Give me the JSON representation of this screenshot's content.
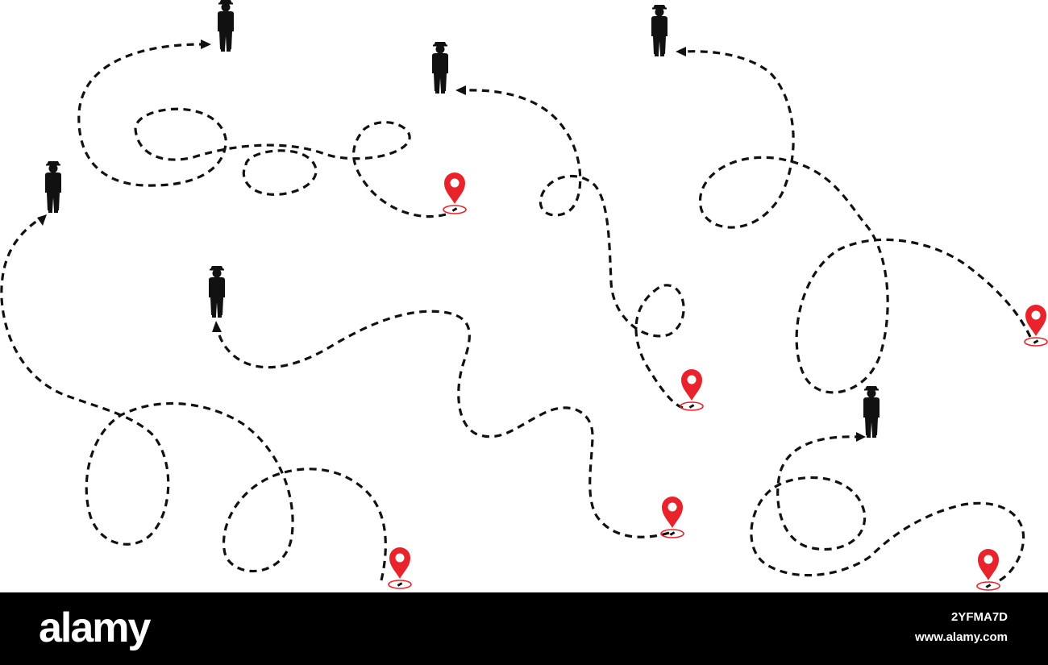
{
  "colors": {
    "background": "#ffffff",
    "route": "#111111",
    "pin": "#e8232b",
    "figure": "#111111",
    "footer": "#000000"
  },
  "icons": {
    "origin": "person-in-suit-icon",
    "destination": "map-pin-icon",
    "route_end": "arrow-head-icon"
  },
  "footer": {
    "logo": "alamy",
    "image_id": "2YFMA7D",
    "url": "www.alamy.com"
  }
}
